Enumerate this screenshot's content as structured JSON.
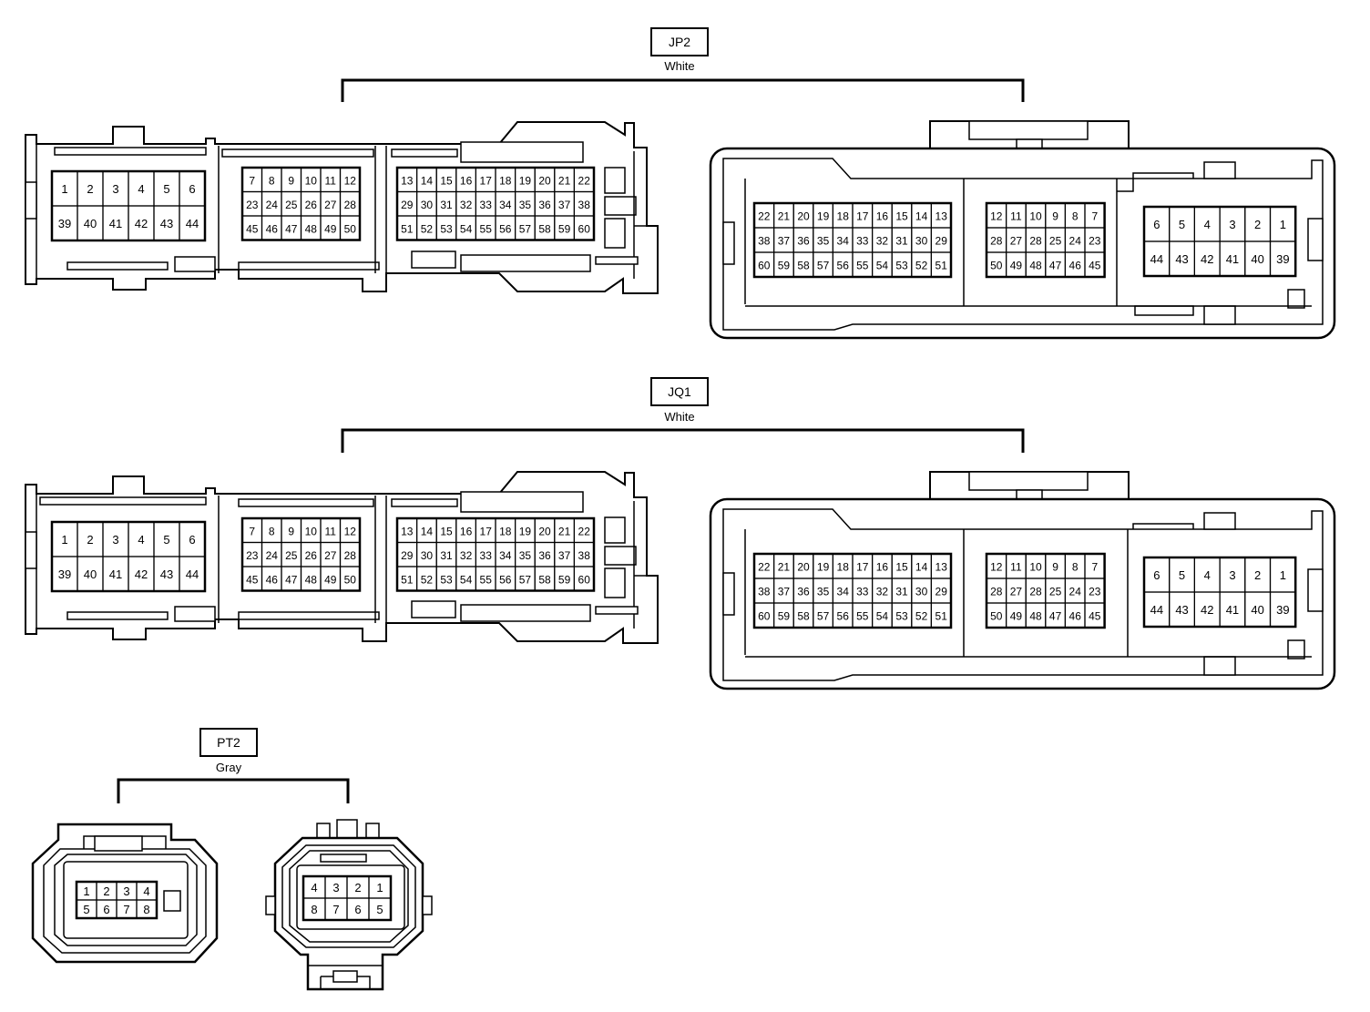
{
  "connectors": [
    {
      "id": "JP2",
      "color": "White",
      "left_view": {
        "block_a": [
          [
            "1",
            "2",
            "3",
            "4",
            "5",
            "6"
          ],
          [
            "39",
            "40",
            "41",
            "42",
            "43",
            "44"
          ]
        ],
        "block_b": [
          [
            "7",
            "8",
            "9",
            "10",
            "11",
            "12"
          ],
          [
            "23",
            "24",
            "25",
            "26",
            "27",
            "28"
          ],
          [
            "45",
            "46",
            "47",
            "48",
            "49",
            "50"
          ]
        ],
        "block_c": [
          [
            "13",
            "14",
            "15",
            "16",
            "17",
            "18",
            "19",
            "20",
            "21",
            "22"
          ],
          [
            "29",
            "30",
            "31",
            "32",
            "33",
            "34",
            "35",
            "36",
            "37",
            "38"
          ],
          [
            "51",
            "52",
            "53",
            "54",
            "55",
            "56",
            "57",
            "58",
            "59",
            "60"
          ]
        ]
      },
      "right_view": {
        "block_c": [
          [
            "22",
            "21",
            "20",
            "19",
            "18",
            "17",
            "16",
            "15",
            "14",
            "13"
          ],
          [
            "38",
            "37",
            "36",
            "35",
            "34",
            "33",
            "32",
            "31",
            "30",
            "29"
          ],
          [
            "60",
            "59",
            "58",
            "57",
            "56",
            "55",
            "54",
            "53",
            "52",
            "51"
          ]
        ],
        "block_b": [
          [
            "12",
            "11",
            "10",
            "9",
            "8",
            "7"
          ],
          [
            "28",
            "27",
            "28",
            "25",
            "24",
            "23"
          ],
          [
            "50",
            "49",
            "48",
            "47",
            "46",
            "45"
          ]
        ],
        "block_a": [
          [
            "6",
            "5",
            "4",
            "3",
            "2",
            "1"
          ],
          [
            "44",
            "43",
            "42",
            "41",
            "40",
            "39"
          ]
        ]
      }
    },
    {
      "id": "JQ1",
      "color": "White",
      "left_view": {
        "block_a": [
          [
            "1",
            "2",
            "3",
            "4",
            "5",
            "6"
          ],
          [
            "39",
            "40",
            "41",
            "42",
            "43",
            "44"
          ]
        ],
        "block_b": [
          [
            "7",
            "8",
            "9",
            "10",
            "11",
            "12"
          ],
          [
            "23",
            "24",
            "25",
            "26",
            "27",
            "28"
          ],
          [
            "45",
            "46",
            "47",
            "48",
            "49",
            "50"
          ]
        ],
        "block_c": [
          [
            "13",
            "14",
            "15",
            "16",
            "17",
            "18",
            "19",
            "20",
            "21",
            "22"
          ],
          [
            "29",
            "30",
            "31",
            "32",
            "33",
            "34",
            "35",
            "36",
            "37",
            "38"
          ],
          [
            "51",
            "52",
            "53",
            "54",
            "55",
            "56",
            "57",
            "58",
            "59",
            "60"
          ]
        ]
      },
      "right_view": {
        "block_c": [
          [
            "22",
            "21",
            "20",
            "19",
            "18",
            "17",
            "16",
            "15",
            "14",
            "13"
          ],
          [
            "38",
            "37",
            "36",
            "35",
            "34",
            "33",
            "32",
            "31",
            "30",
            "29"
          ],
          [
            "60",
            "59",
            "58",
            "57",
            "56",
            "55",
            "54",
            "53",
            "52",
            "51"
          ]
        ],
        "block_b": [
          [
            "12",
            "11",
            "10",
            "9",
            "8",
            "7"
          ],
          [
            "28",
            "27",
            "28",
            "25",
            "24",
            "23"
          ],
          [
            "50",
            "49",
            "48",
            "47",
            "46",
            "45"
          ]
        ],
        "block_a": [
          [
            "6",
            "5",
            "4",
            "3",
            "2",
            "1"
          ],
          [
            "44",
            "43",
            "42",
            "41",
            "40",
            "39"
          ]
        ]
      }
    },
    {
      "id": "PT2",
      "color": "Gray",
      "left_view": [
        [
          "1",
          "2",
          "3",
          "4"
        ],
        [
          "5",
          "6",
          "7",
          "8"
        ]
      ],
      "right_view": [
        [
          "4",
          "3",
          "2",
          "1"
        ],
        [
          "8",
          "7",
          "6",
          "5"
        ]
      ]
    }
  ]
}
